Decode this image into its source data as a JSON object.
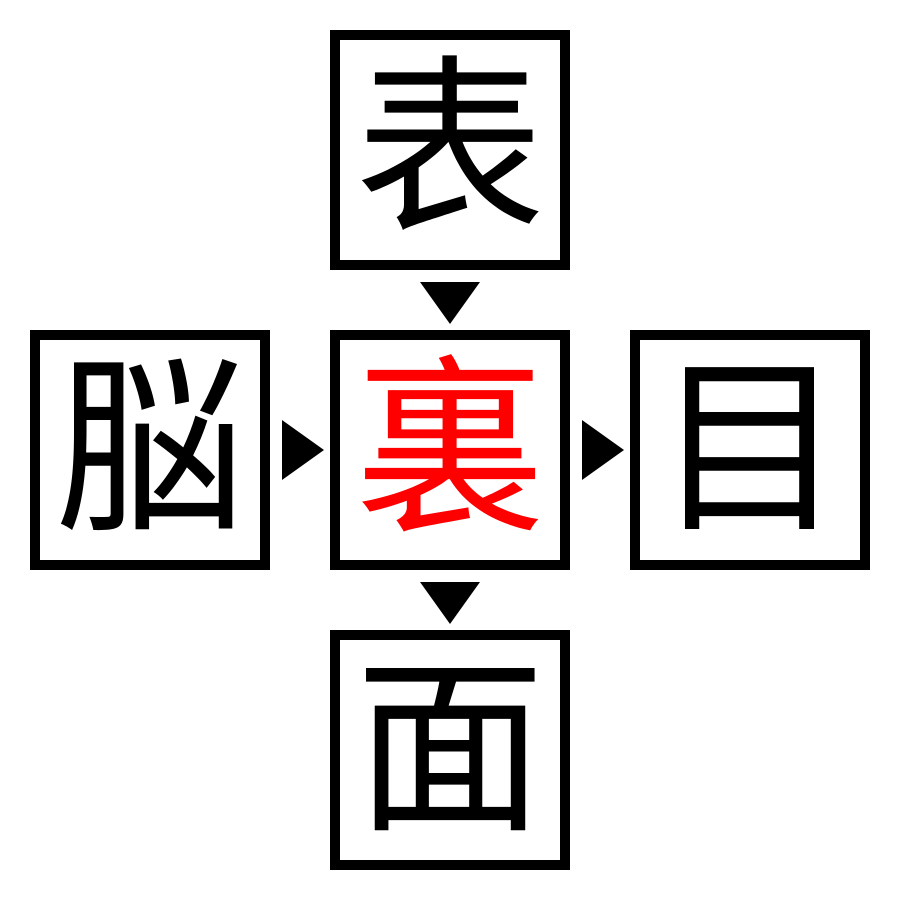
{
  "puzzle": {
    "top": {
      "char": "表"
    },
    "left": {
      "char": "脳"
    },
    "center": {
      "char": "裏",
      "color": "#ff0000"
    },
    "right": {
      "char": "目"
    },
    "bottom": {
      "char": "面"
    }
  },
  "arrows": {
    "top_to_center": "down",
    "left_to_center": "right",
    "center_to_right": "right",
    "center_to_bottom": "down"
  }
}
